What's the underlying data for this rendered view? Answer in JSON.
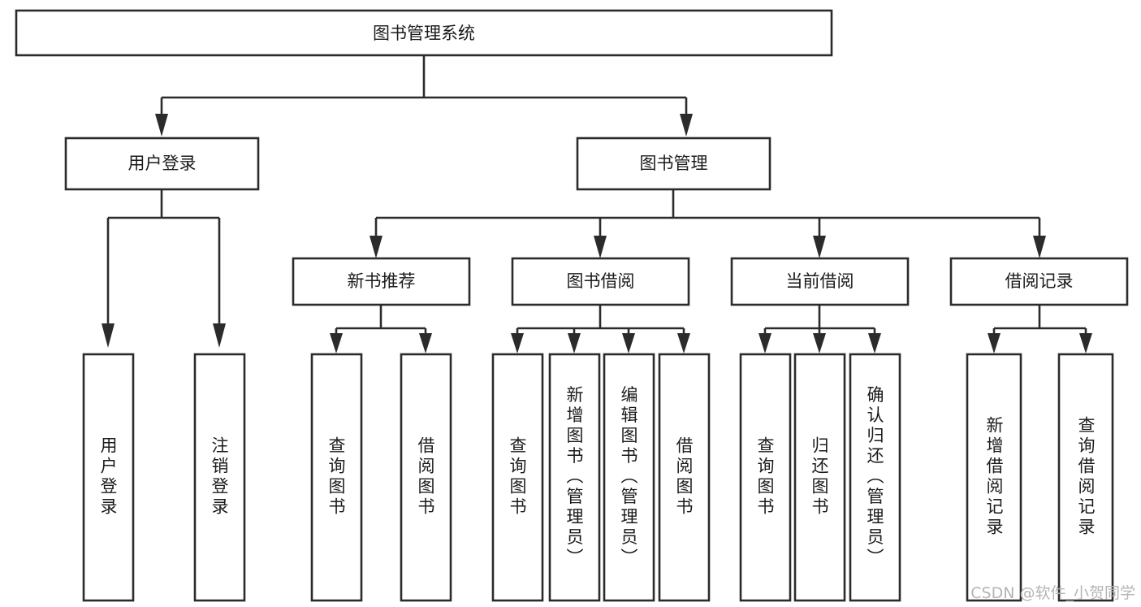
{
  "diagram": {
    "type": "tree-hierarchy-chart",
    "title": "图书管理系统",
    "background_color": "#ffffff",
    "line_color": "#2b2b2b",
    "text_color": "#1b1b1b",
    "root": {
      "id": "root",
      "label": "图书管理系统",
      "orientation": "horizontal"
    },
    "level2": [
      {
        "id": "user-login",
        "label": "用户登录",
        "orientation": "horizontal"
      },
      {
        "id": "book-management",
        "label": "图书管理",
        "orientation": "horizontal"
      }
    ],
    "level3": [
      {
        "id": "new-book-recommend",
        "label": "新书推荐",
        "orientation": "horizontal",
        "parent": "book-management"
      },
      {
        "id": "book-borrow",
        "label": "图书借阅",
        "orientation": "horizontal",
        "parent": "book-management"
      },
      {
        "id": "current-borrow",
        "label": "当前借阅",
        "orientation": "horizontal",
        "parent": "book-management"
      },
      {
        "id": "borrow-record",
        "label": "借阅记录",
        "orientation": "horizontal",
        "parent": "book-management"
      }
    ],
    "leaves": {
      "user_login": [
        {
          "id": "leaf-user-login",
          "label": "用户登录",
          "orientation": "vertical"
        },
        {
          "id": "leaf-logout-login",
          "label": "注销登录",
          "orientation": "vertical"
        }
      ],
      "new_book_recommend": [
        {
          "id": "leaf-query-book-1",
          "label": "查询图书",
          "orientation": "vertical"
        },
        {
          "id": "leaf-borrow-book-1",
          "label": "借阅图书",
          "orientation": "vertical"
        }
      ],
      "book_borrow": [
        {
          "id": "leaf-query-book-2",
          "label": "查询图书",
          "orientation": "vertical"
        },
        {
          "id": "leaf-add-book-admin",
          "label": "新增图书（管理员）",
          "orientation": "vertical"
        },
        {
          "id": "leaf-edit-book-admin",
          "label": "编辑图书（管理员）",
          "orientation": "vertical"
        },
        {
          "id": "leaf-borrow-book-2",
          "label": "借阅图书",
          "orientation": "vertical"
        }
      ],
      "current_borrow": [
        {
          "id": "leaf-query-book-3",
          "label": "查询图书",
          "orientation": "vertical"
        },
        {
          "id": "leaf-return-book",
          "label": "归还图书",
          "orientation": "vertical"
        },
        {
          "id": "leaf-confirm-return-admin",
          "label": "确认归还（管理员）",
          "orientation": "vertical"
        }
      ],
      "borrow_record": [
        {
          "id": "leaf-add-borrow-record",
          "label": "新增借阅记录",
          "orientation": "vertical"
        },
        {
          "id": "leaf-query-borrow-record",
          "label": "查询借阅记录",
          "orientation": "vertical"
        }
      ]
    }
  },
  "watermark": {
    "text": "CSDN @软件_小贺同学",
    "color": "#b4b4b4"
  }
}
